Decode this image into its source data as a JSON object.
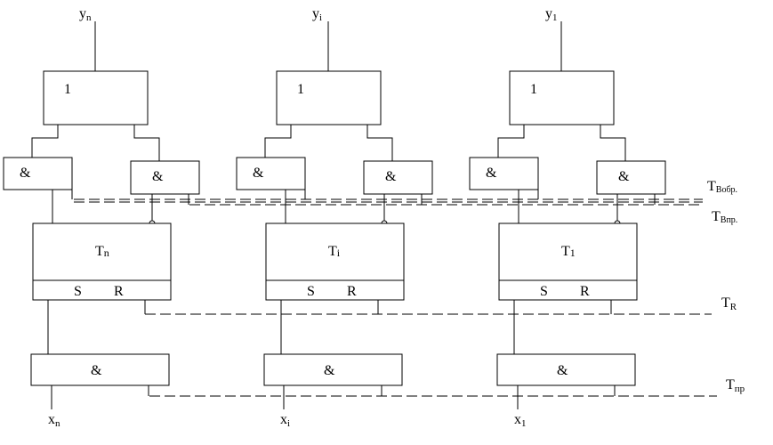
{
  "columns": [
    {
      "output": {
        "main": "y",
        "sub": "n"
      },
      "or_gate": "1",
      "and_left": "&",
      "and_right": "&",
      "trigger": {
        "main": "T",
        "sub": "n"
      },
      "set_label": "S",
      "reset_label": "R",
      "and_bottom": "&",
      "input": {
        "main": "x",
        "sub": "n"
      }
    },
    {
      "output": {
        "main": "y",
        "sub": "i"
      },
      "or_gate": "1",
      "and_left": "&",
      "and_right": "&",
      "trigger": {
        "main": "T",
        "sub": "i"
      },
      "set_label": "S",
      "reset_label": "R",
      "and_bottom": "&",
      "input": {
        "main": "x",
        "sub": "i"
      }
    },
    {
      "output": {
        "main": "y",
        "sub": "1"
      },
      "or_gate": "1",
      "and_left": "&",
      "and_right": "&",
      "trigger": {
        "main": "T",
        "sub": "1"
      },
      "set_label": "S",
      "reset_label": "R",
      "and_bottom": "&",
      "input": {
        "main": "x",
        "sub": "1"
      }
    }
  ],
  "signals": {
    "t_obr": {
      "main": "T",
      "sub": "Вобр."
    },
    "t_vpr": {
      "main": "T",
      "sub": "Впр."
    },
    "t_r": {
      "main": "T",
      "sub": "R"
    },
    "t_pr": {
      "main": "T",
      "sub": "пр"
    }
  }
}
